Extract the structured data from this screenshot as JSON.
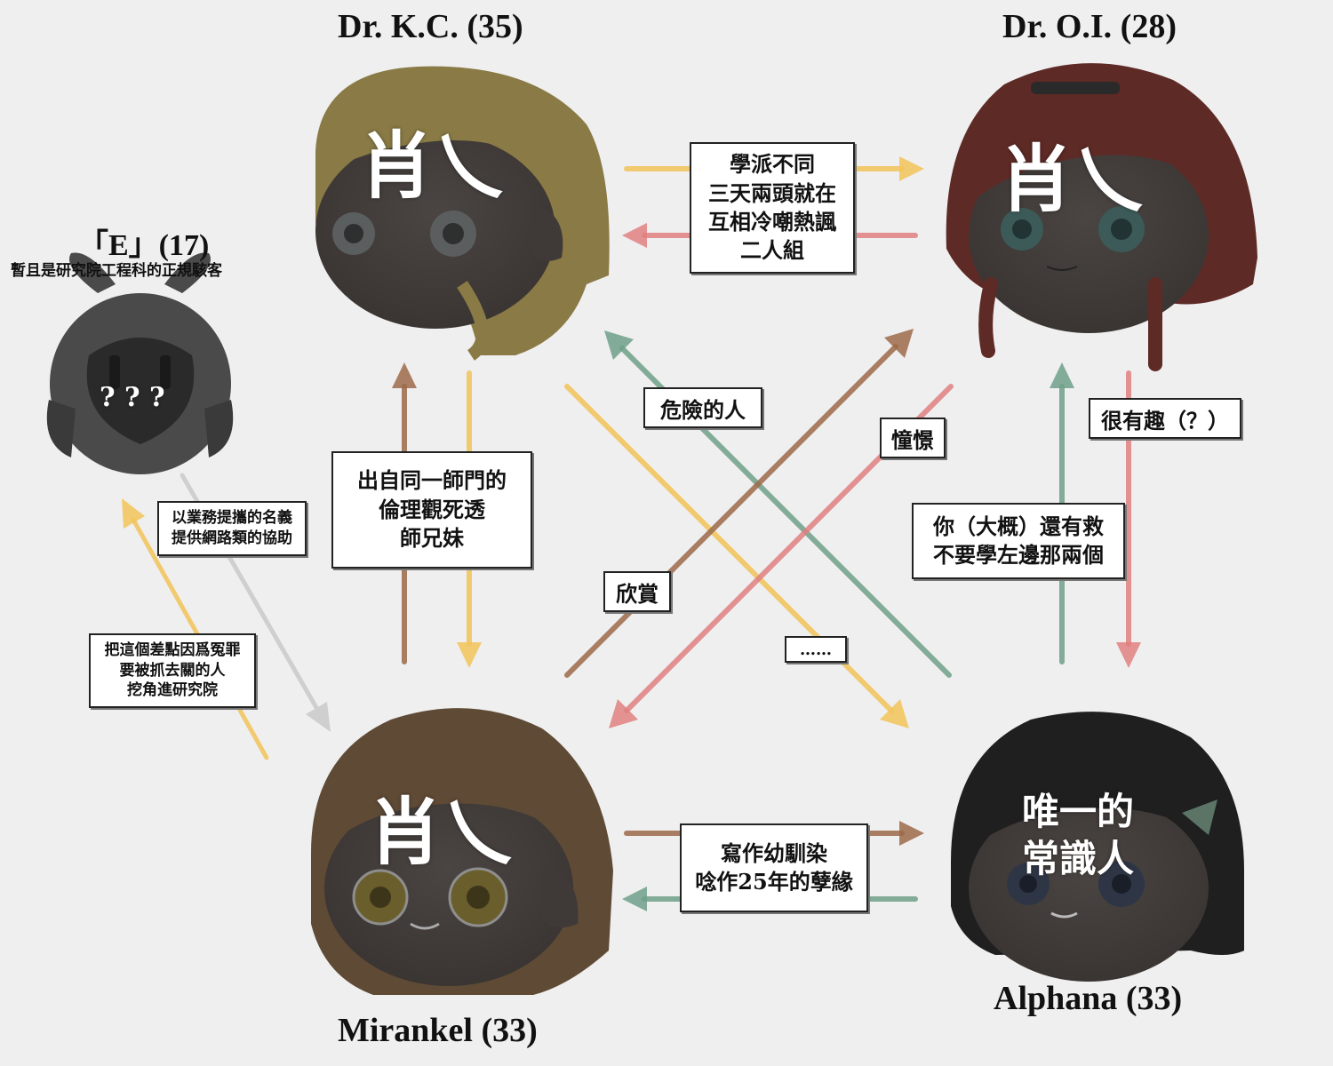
{
  "characters": {
    "kc": {
      "name": "Dr. K.C. (35)",
      "stamp": "肖乀"
    },
    "oi": {
      "name": "Dr. O.I. (28)",
      "stamp": "肖乀"
    },
    "mirankel": {
      "name": "Mirankel (33)",
      "stamp": "肖乀"
    },
    "alphana": {
      "name": "Alphana (33)",
      "stamp": "唯一的\n常識人"
    },
    "e": {
      "name": "「E」(17)",
      "subtitle": "暫且是研究院工程科的正規駭客",
      "mask": "? ? ?"
    }
  },
  "labels": {
    "kc_oi": "學派不同\n三天兩頭就在\n互相冷嘲熱諷\n二人組",
    "kc_mirankel": "出自同一師門的\n倫理觀死透\n師兄妹",
    "mirankel_alphana": "寫作幼馴染\n唸作25年的孽緣",
    "oi_alphana_down": "很有趣（？）",
    "alphana_oi_up": "你（大概）還有救\n不要學左邊那兩個",
    "alphana_kc": "危險的人",
    "oi_mirankel": "憧憬",
    "mirankel_oi": "欣賞",
    "kc_alphana": "……",
    "e_mirankel": "以業務提攜的名義\n提供網路類的協助",
    "mirankel_e": "把這個差點因爲冤罪\n要被抓去關的人\n挖角進研究院"
  },
  "colors": {
    "yellow": "#f2c45a",
    "pink": "#e08080",
    "brown": "#9c6a4a",
    "green": "#6fa08a",
    "gray": "#cfcfcf",
    "background": "#efefef"
  }
}
